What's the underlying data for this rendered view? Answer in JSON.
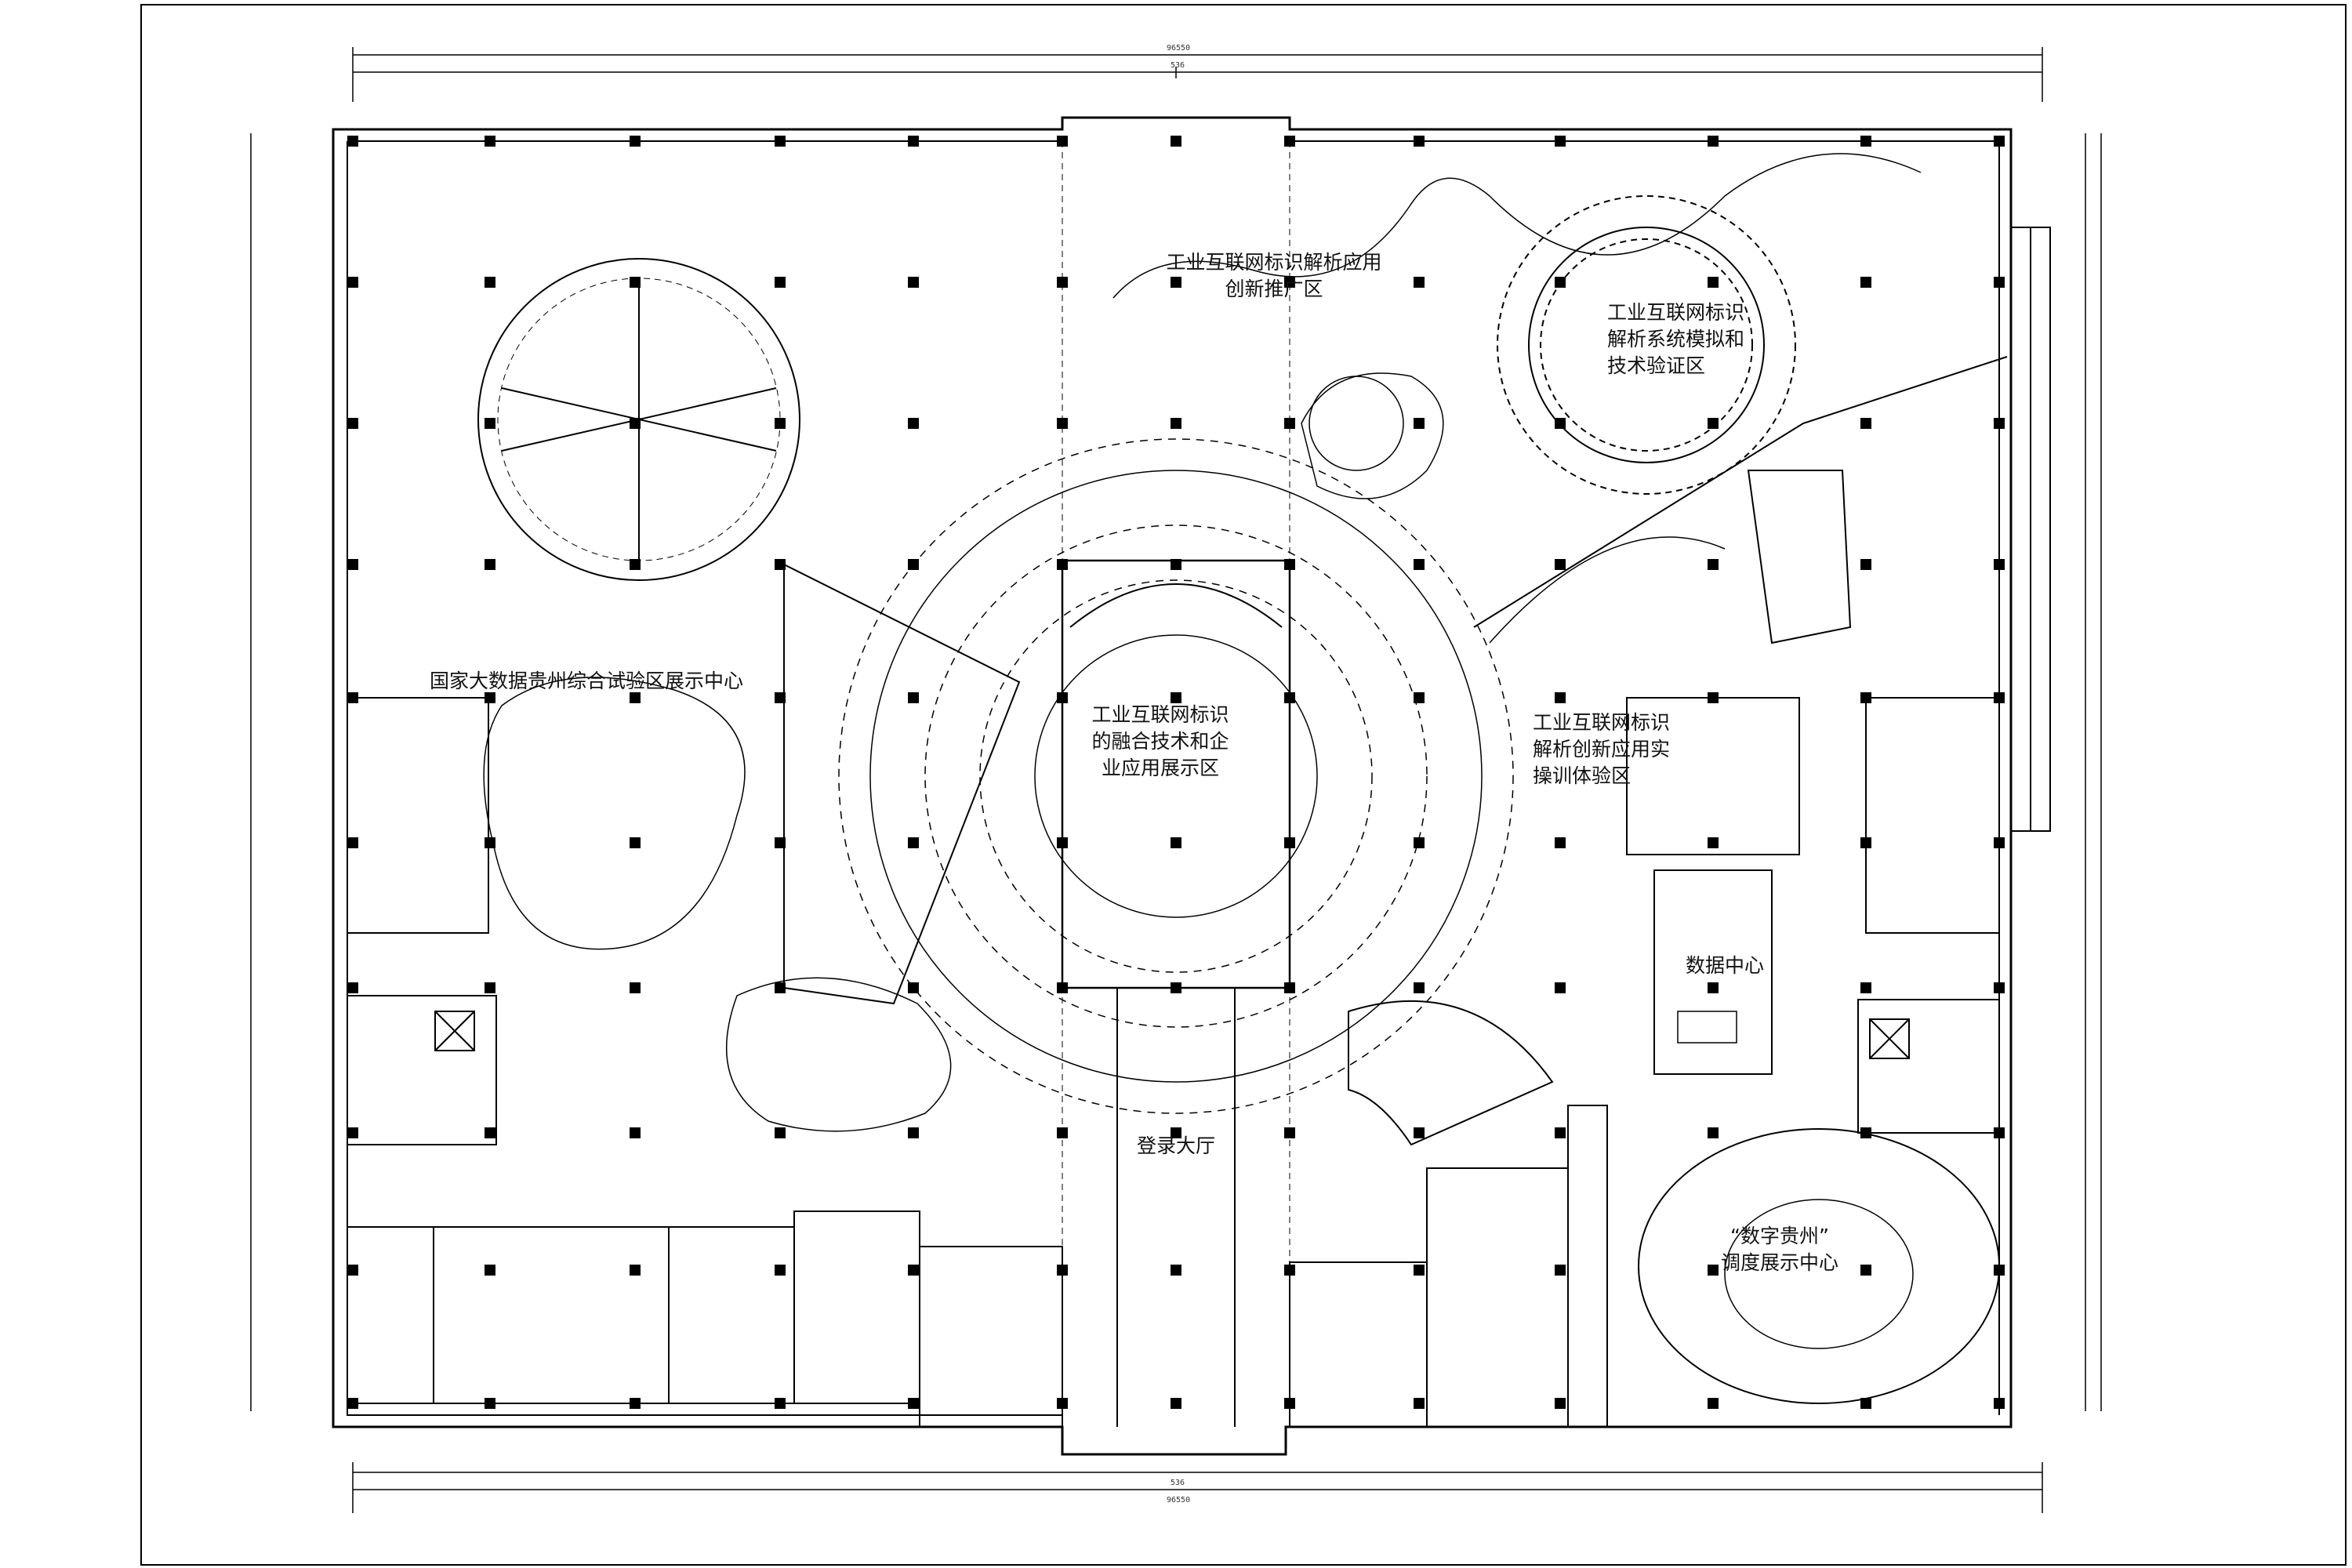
{
  "zones": {
    "z1": "工业互联网标识解析应用\n创新推广区",
    "z2": "工业互联网标识\n解析系统模拟和\n技术验证区",
    "z3": "国家大数据贵州综合试验区展示中心",
    "z4": "工业互联网标识\n的融合技术和企\n业应用展示区",
    "z5": "工业互联网标识\n解析创新应用实\n操训体验区",
    "z6": "数据中心",
    "z7": "登录大厅",
    "z8": "“数字贵州”\n调度展示中心"
  },
  "dimensions": {
    "total_top": "96550",
    "total_bottom": "96550",
    "axis": "536"
  },
  "colors": {
    "line": "#000000",
    "paper": "#ffffff"
  }
}
